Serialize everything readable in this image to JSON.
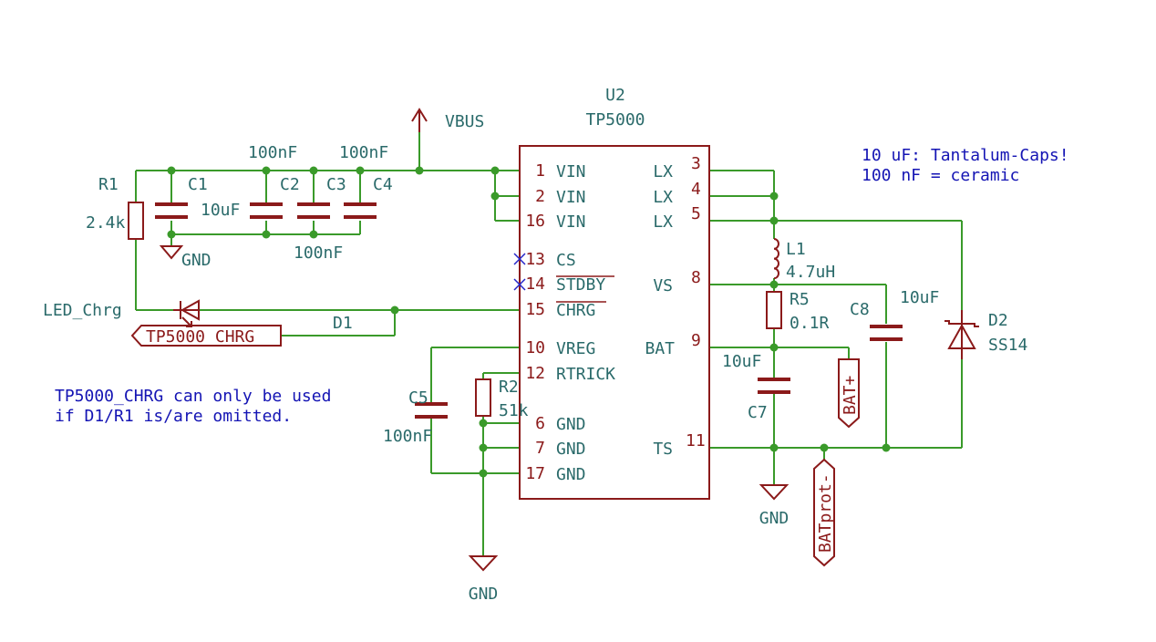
{
  "colors": {
    "wire": "#3a9a2a",
    "component": "#8b1a1a",
    "reference_text": "#2a6a6a",
    "note_text": "#1414b4",
    "background": "#ffffff"
  },
  "ic": {
    "reference": "U2",
    "value": "TP5000",
    "pins_left": [
      {
        "number": "1",
        "name": "VIN"
      },
      {
        "number": "2",
        "name": "VIN"
      },
      {
        "number": "16",
        "name": "VIN"
      },
      {
        "number": "13",
        "name": "CS"
      },
      {
        "number": "14",
        "name": "STDBY"
      },
      {
        "number": "15",
        "name": "CHRG"
      },
      {
        "number": "10",
        "name": "VREG"
      },
      {
        "number": "12",
        "name": "RTRICK"
      },
      {
        "number": "6",
        "name": "GND"
      },
      {
        "number": "7",
        "name": "GND"
      },
      {
        "number": "17",
        "name": "GND"
      }
    ],
    "pins_right": [
      {
        "number": "3",
        "name": "LX"
      },
      {
        "number": "4",
        "name": "LX"
      },
      {
        "number": "5",
        "name": "LX"
      },
      {
        "number": "8",
        "name": "VS"
      },
      {
        "number": "9",
        "name": "BAT"
      },
      {
        "number": "11",
        "name": "TS"
      }
    ]
  },
  "components": {
    "R1": {
      "ref": "R1",
      "value": "2.4k"
    },
    "C1": {
      "ref": "C1",
      "value": "10uF"
    },
    "C2": {
      "ref": "C2",
      "value": "100nF"
    },
    "C3": {
      "ref": "C3",
      "value": "100nF"
    },
    "C4": {
      "ref": "C4",
      "value": "100nF"
    },
    "C5": {
      "ref": "C5",
      "value": "100nF"
    },
    "R2": {
      "ref": "R2",
      "value": "51k"
    },
    "D1": {
      "ref": "D1"
    },
    "L1": {
      "ref": "L1",
      "value": "4.7uH"
    },
    "R5": {
      "ref": "R5",
      "value": "0.1R"
    },
    "C7": {
      "ref": "C7",
      "value": "10uF"
    },
    "C8": {
      "ref": "C8",
      "value": "10uF"
    },
    "D2": {
      "ref": "D2",
      "value": "SS14"
    }
  },
  "power": {
    "vbus": "VBUS",
    "gnd_left": "GND",
    "gnd_bottom": "GND",
    "gnd_right": "GND"
  },
  "labels": {
    "led_chrg": "LED_Chrg",
    "tp5000_chrg": "TP5000_CHRG",
    "bat_plus": "BAT+",
    "batprot_minus": "BATprot-"
  },
  "notes": {
    "caps_line1": "10 uF: Tantalum-Caps!",
    "caps_line2": "100 nF = ceramic",
    "chrg_line1": "TP5000_CHRG can only be used",
    "chrg_line2": "if D1/R1 is/are omitted."
  }
}
